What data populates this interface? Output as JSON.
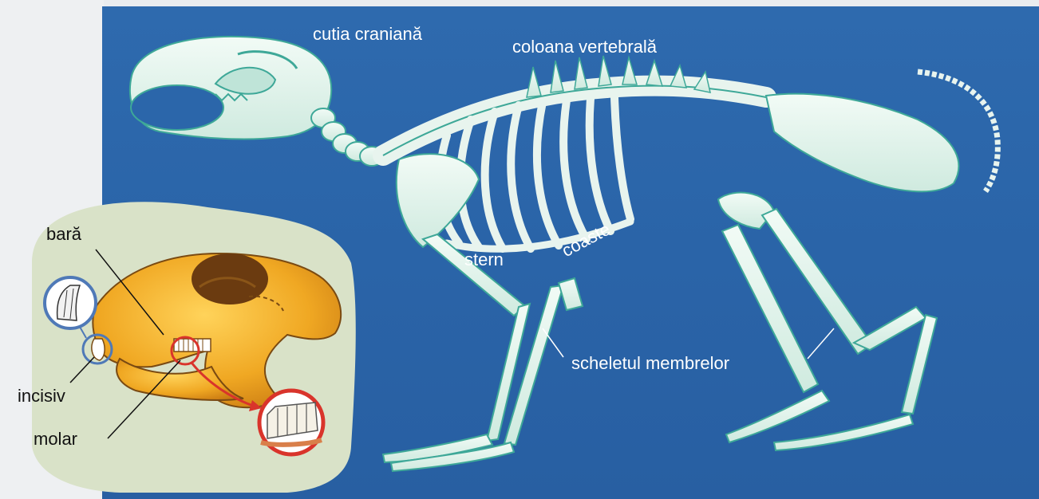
{
  "labels": {
    "cutia_craniana": "cutia craniană",
    "coloana_vertebrala": "coloana vertebrală",
    "coaste": "coaste",
    "stern": "stern",
    "scheletul_membrelor": "scheletul membrelor",
    "bara": "bară",
    "incisiv": "incisiv",
    "molar": "molar"
  },
  "colors": {
    "panel_blue": "#2b66aa",
    "bone": "#e8f4ee",
    "bone_shade": "#4fb3a3",
    "inset_bg": "#d9e2c8",
    "skull_orange": "#f0a823",
    "skull_dark": "#6b3b10",
    "pointer_red": "#d9342b",
    "ring_blue": "#4f79b7"
  }
}
